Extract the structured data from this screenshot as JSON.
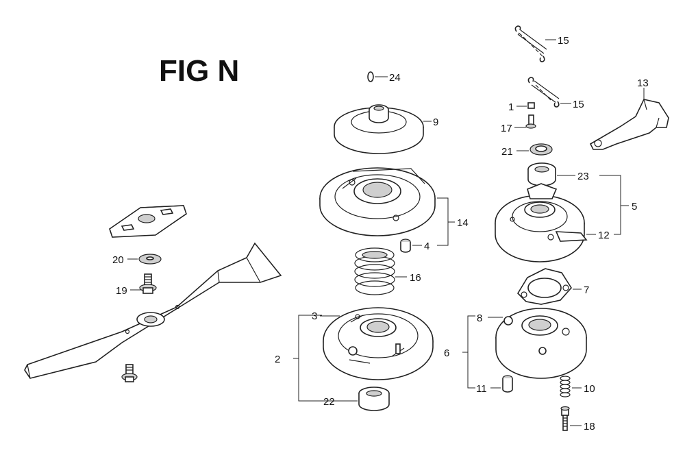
{
  "figure": {
    "title": "FIG N"
  },
  "callouts": {
    "c1": "1",
    "c2": "2",
    "c3": "3",
    "c4": "4",
    "c5": "5",
    "c6": "6",
    "c7": "7",
    "c8": "8",
    "c9": "9",
    "c10": "10",
    "c11": "11",
    "c12": "12",
    "c13": "13",
    "c14": "14",
    "c15a": "15",
    "c15b": "15",
    "c16": "16",
    "c17": "17",
    "c18": "18",
    "c19": "19",
    "c20": "20",
    "c21": "21",
    "c22": "22",
    "c23": "23",
    "c24": "24"
  }
}
